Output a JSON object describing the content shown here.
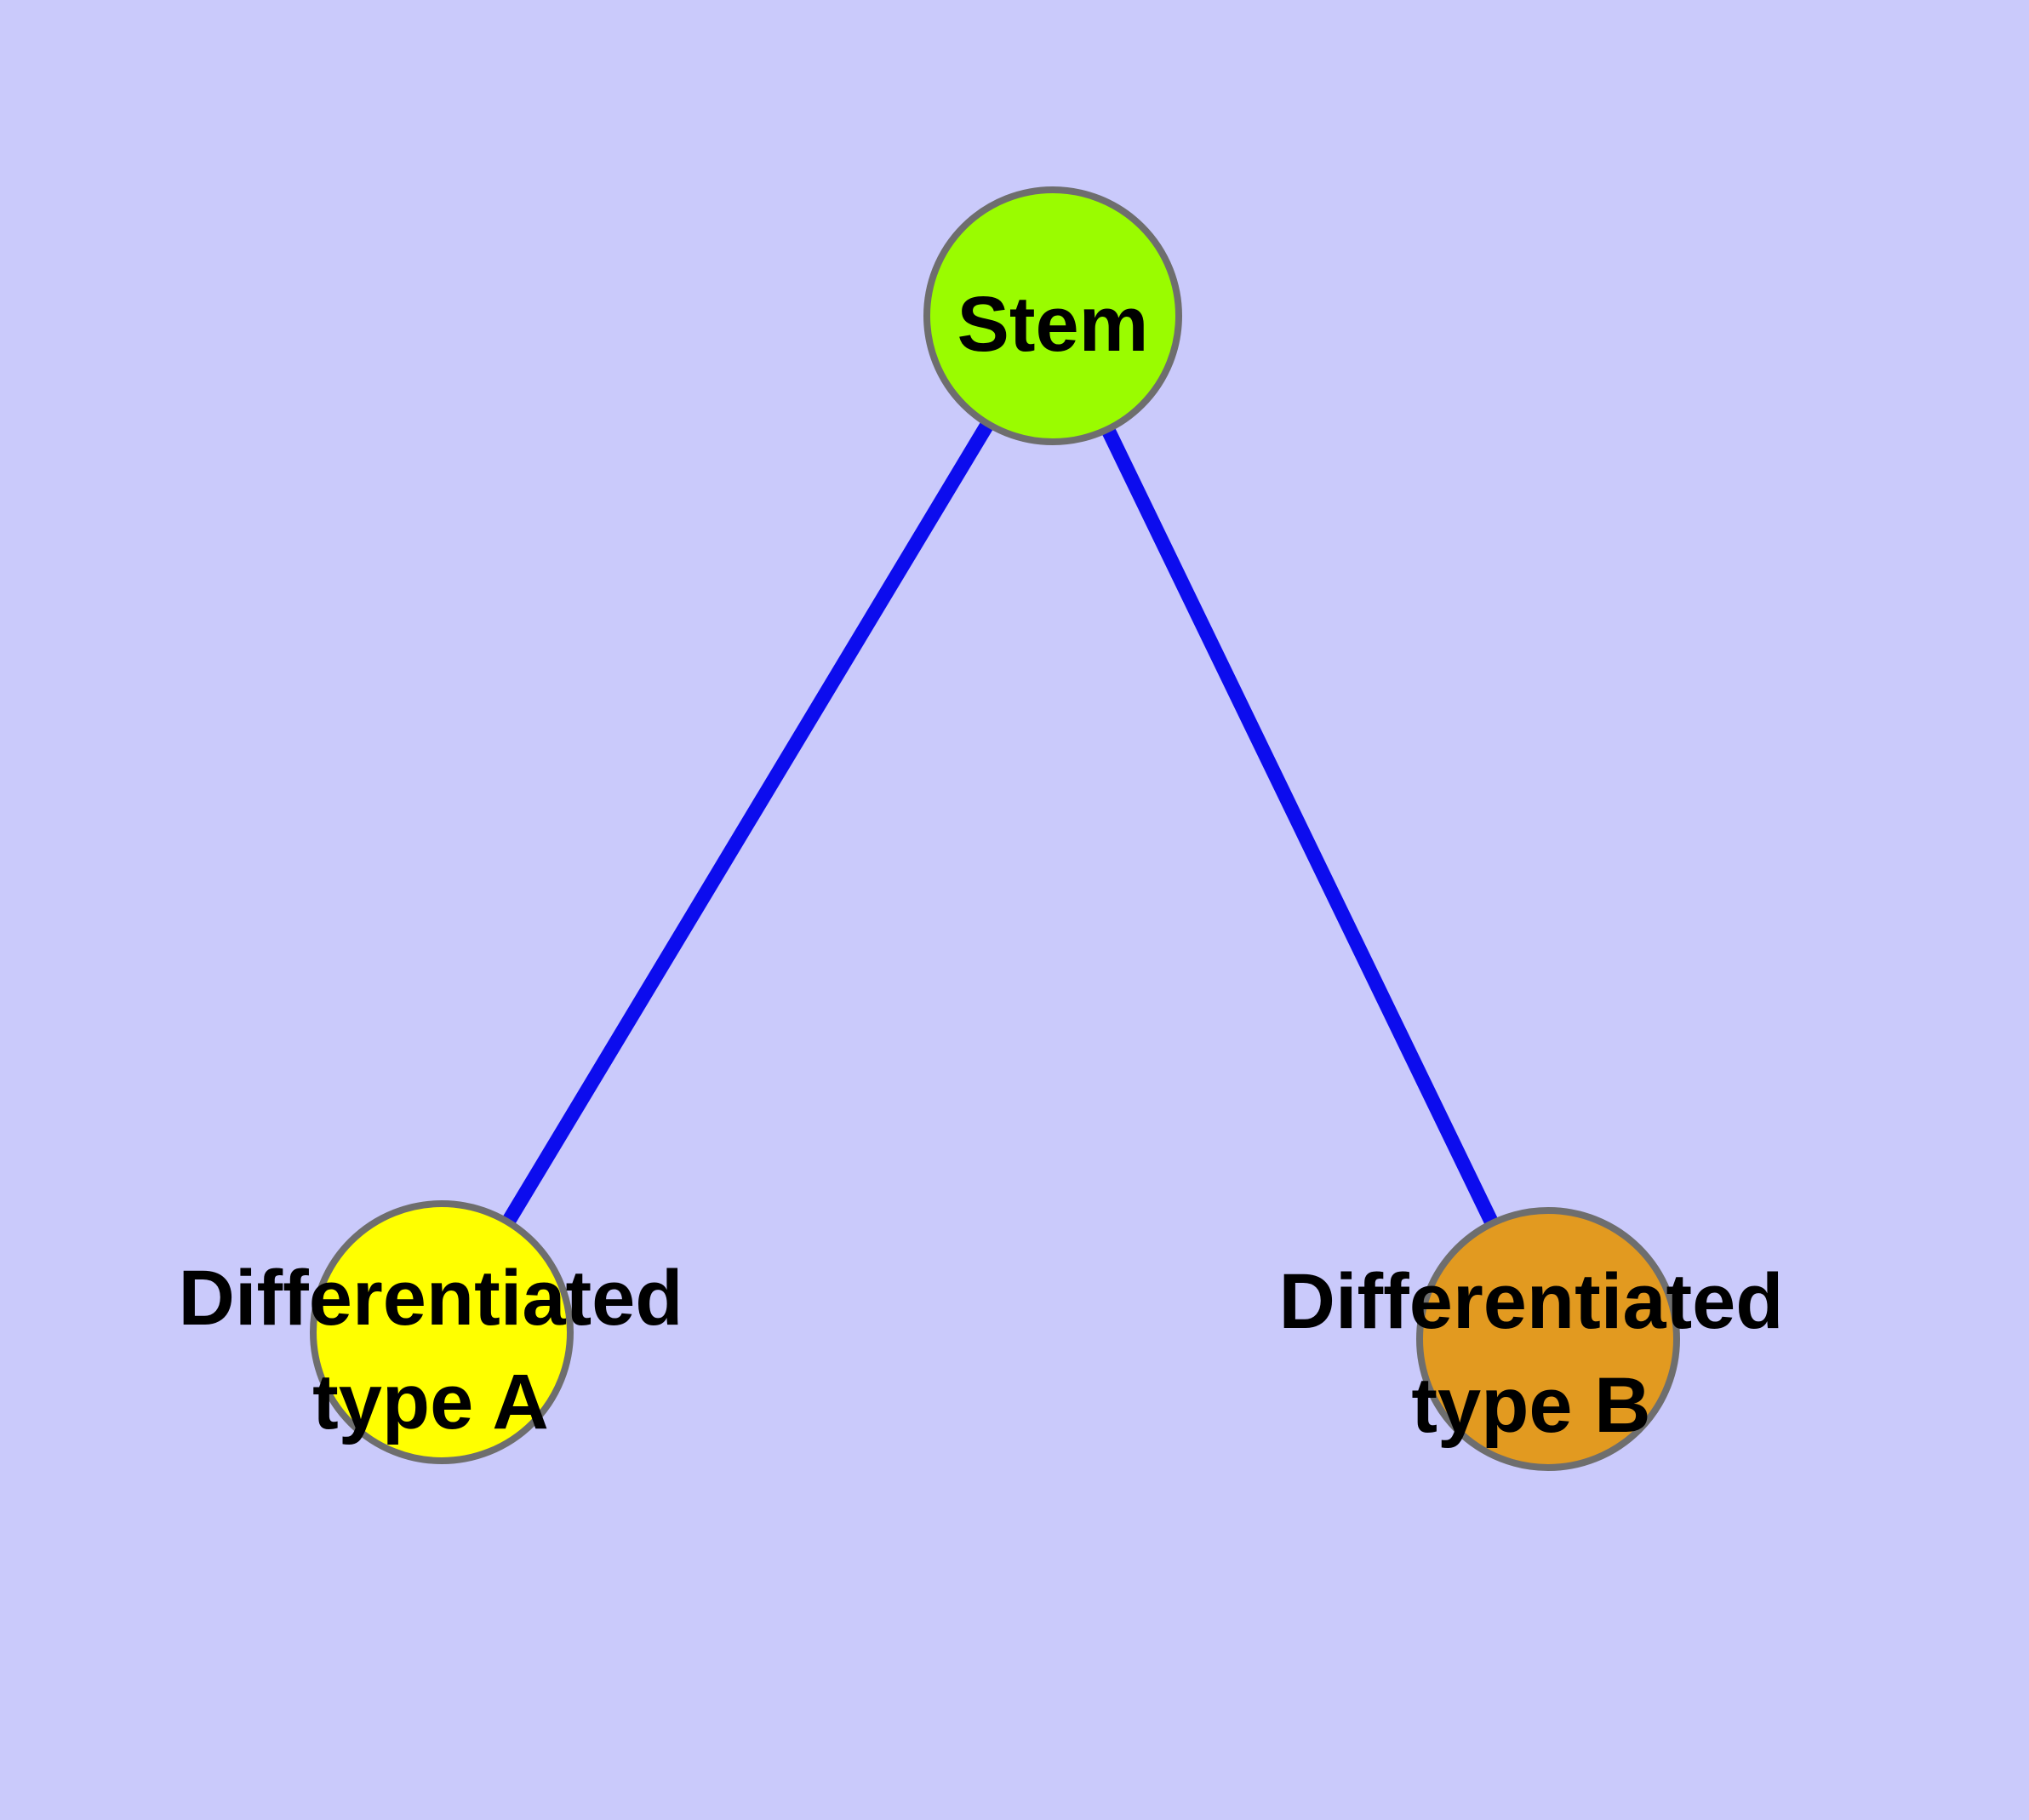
{
  "diagram": {
    "nodes": [
      {
        "id": "stem",
        "label": "Stem",
        "fill": "#9AFC00"
      },
      {
        "id": "differentiated-type-a",
        "label_line1": "Differentiated",
        "label_line2": "type A",
        "fill": "#FFFF00"
      },
      {
        "id": "differentiated-type-b",
        "label_line1": "Differentiated",
        "label_line2": "type B",
        "fill": "#E29A20"
      }
    ],
    "edges": [
      {
        "from": "Stem",
        "to": "Differentiated type A"
      },
      {
        "from": "Stem",
        "to": "Differentiated type B"
      }
    ],
    "colors": {
      "background": "#CACAFB",
      "edge": "#0C0CEE",
      "node_border": "#6E6E6E",
      "label_text": "#000000"
    }
  }
}
